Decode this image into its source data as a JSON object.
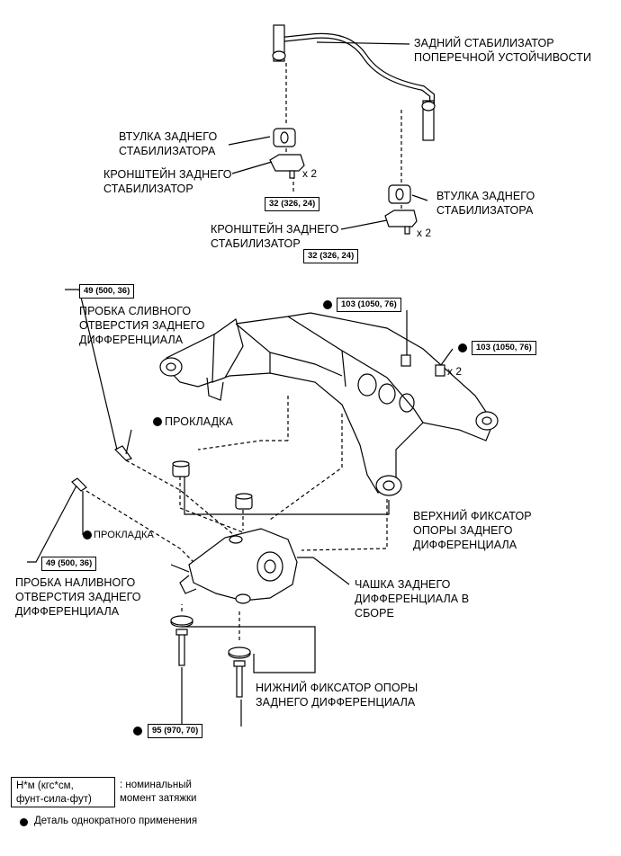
{
  "labels": {
    "rear_stabilizer_bar": "ЗАДНИЙ СТАБИЛИЗАТОР\nПОПЕРЕЧНОЙ УСТОЙЧИВОСТИ",
    "bushing_left": "ВТУЛКА ЗАДНЕГО\nСТАБИЛИЗАТОРА",
    "bracket_left": "КРОНШТЕЙН ЗАДНЕГО\nСТАБИЛИЗАТОР",
    "bushing_right": "ВТУЛКА ЗАДНЕГО\nСТАБИЛИЗАТОРА",
    "bracket_right": "КРОНШТЕЙН ЗАДНЕГО\nСТАБИЛИЗАТОР",
    "drain_plug": "ПРОБКА СЛИВНОГО\nОТВЕРСТИЯ ЗАДНЕГО\nДИФФЕРЕНЦИАЛА",
    "gasket_1": "ПРОКЛАДКА",
    "gasket_2": "ПРОКЛАДКА",
    "upper_stopper": "ВЕРХНИЙ ФИКСАТОР\nОПОРЫ ЗАДНЕГО\nДИФФЕРЕНЦИАЛА",
    "filler_plug": "ПРОБКА НАЛИВНОГО\nОТВЕРСТИЯ ЗАДНЕГО\nДИФФЕРЕНЦИАЛА",
    "diff_carrier": "ЧАШКА ЗАДНЕГО\nДИФФЕРЕНЦИАЛА В\nСБОРЕ",
    "lower_stopper": "НИЖНИЙ ФИКСАТОР ОПОРЫ\nЗАДНЕГО ДИФФЕРЕНЦИАЛА"
  },
  "torques": {
    "bracket_left": "32 (326, 24)",
    "bracket_right": "32 (326, 24)",
    "drain_plug": "49 (500, 36)",
    "member_bolt_1": "103 (1050, 76)",
    "member_bolt_2": "103 (1050, 76)",
    "filler_plug": "49 (500, 36)",
    "lower_bolt": "95 (970, 70)"
  },
  "multipliers": {
    "bracket_left": "x 2",
    "bracket_right": "x 2",
    "member_bolt": "x 2"
  },
  "legend": {
    "unit_box": "Н*м (кгс*см,\nфунт-сила-фут)",
    "unit_desc": ": номинальный\nмомент затяжки",
    "single_use": "Деталь однократного применения"
  }
}
